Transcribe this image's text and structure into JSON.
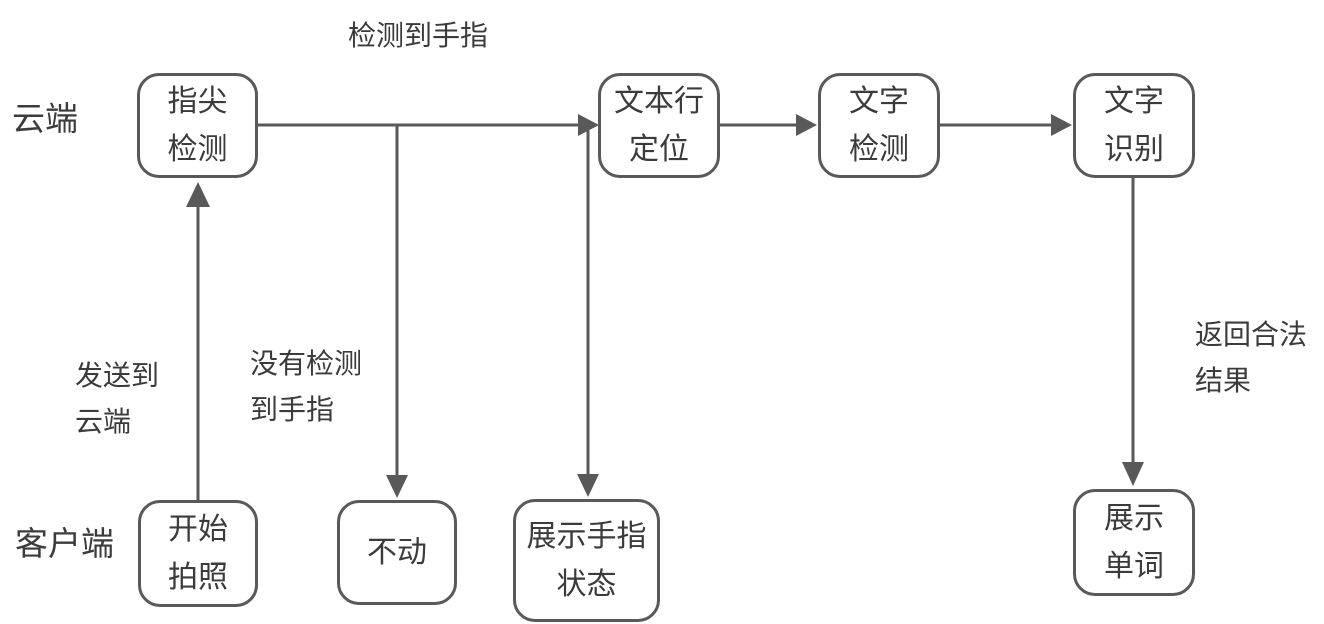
{
  "diagram": {
    "colors": {
      "background": "#ffffff",
      "line": "#595959",
      "text": "#3b3b3b"
    },
    "lanes": {
      "cloud": "云端",
      "client": "客户端"
    },
    "nodes": {
      "fingertip_detection": {
        "line1": "指尖",
        "line2": "检测"
      },
      "text_line_location": {
        "line1": "文本行",
        "line2": "定位"
      },
      "text_detection": {
        "line1": "文字",
        "line2": "检测"
      },
      "text_recognition": {
        "line1": "文字",
        "line2": "识别"
      },
      "start_photo": {
        "line1": "开始",
        "line2": "拍照"
      },
      "stay_still": {
        "line1": "不动"
      },
      "show_finger_status": {
        "line1": "展示手指",
        "line2": "状态"
      },
      "show_word": {
        "line1": "展示",
        "line2": "单词"
      }
    },
    "edge_labels": {
      "finger_detected": "检测到手指",
      "send_to_cloud": {
        "line1": "发送到",
        "line2": "云端"
      },
      "no_finger_detected": {
        "line1": "没有检测",
        "line2": "到手指"
      },
      "return_valid_result": {
        "line1": "返回合法",
        "line2": "结果"
      }
    }
  }
}
